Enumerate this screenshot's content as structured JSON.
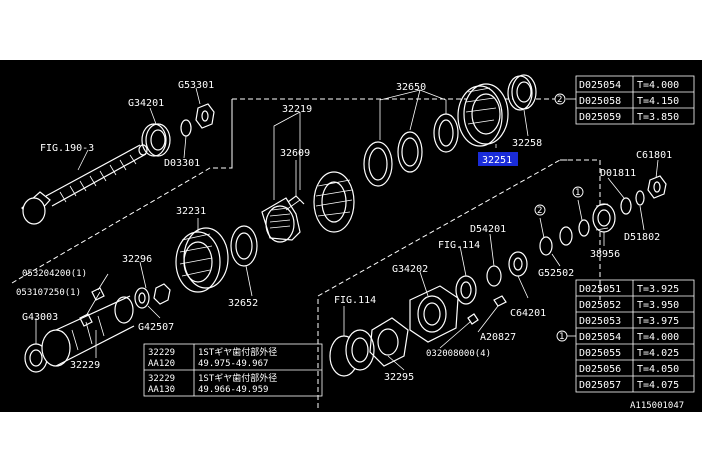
{
  "colors": {
    "background": "#000000",
    "linework": "#ffffff",
    "highlight": "#1a2cd9",
    "border": "#ffffff"
  },
  "labels": {
    "fig190": "FIG.190-3",
    "g34201": "G34201",
    "g53301": "G53301",
    "d03301": "D03301",
    "p32219": "32219",
    "p32609": "32609",
    "p32650": "32650",
    "p32258": "32258",
    "p32251": "32251",
    "p32231": "32231",
    "p32652": "32652",
    "p32296": "32296",
    "p053204200": "053204200(1)",
    "p053107250": "053107250(1)",
    "g43003": "G43003",
    "g42507": "G42507",
    "p32229": "32229",
    "fig114a": "FIG.114",
    "fig114b": "FIG.114",
    "g34202": "G34202",
    "d54201": "D54201",
    "g52502": "G52502",
    "p38956": "38956",
    "d01811": "D01811",
    "c61801": "C61801",
    "d51802": "D51802",
    "c64201": "C64201",
    "a20827": "A20827",
    "p032008000": "032008000(4)",
    "p32295": "32295",
    "code": "A115001047",
    "circ1a": "1",
    "circ1b": "1",
    "circ2a": "2",
    "circ2b": "2"
  },
  "table_top": [
    {
      "part": "D025054",
      "thickness": "T=4.000"
    },
    {
      "part": "D025058",
      "thickness": "T=4.150"
    },
    {
      "part": "D025059",
      "thickness": "T=3.850"
    }
  ],
  "table_bottom": [
    {
      "part": "D025051",
      "thickness": "T=3.925"
    },
    {
      "part": "D025052",
      "thickness": "T=3.950"
    },
    {
      "part": "D025053",
      "thickness": "T=3.975"
    },
    {
      "part": "D025054",
      "thickness": "T=4.000"
    },
    {
      "part": "D025055",
      "thickness": "T=4.025"
    },
    {
      "part": "D025056",
      "thickness": "T=4.050"
    },
    {
      "part": "D025057",
      "thickness": "T=4.075"
    }
  ],
  "table_gear": [
    {
      "part_a": "32229",
      "part_b": "AA120",
      "desc": "1STギヤ歯付部外径",
      "value": "49.975-49.967"
    },
    {
      "part_a": "32229",
      "part_b": "AA130",
      "desc": "1STギヤ歯付部外径",
      "value": "49.966-49.959"
    }
  ]
}
